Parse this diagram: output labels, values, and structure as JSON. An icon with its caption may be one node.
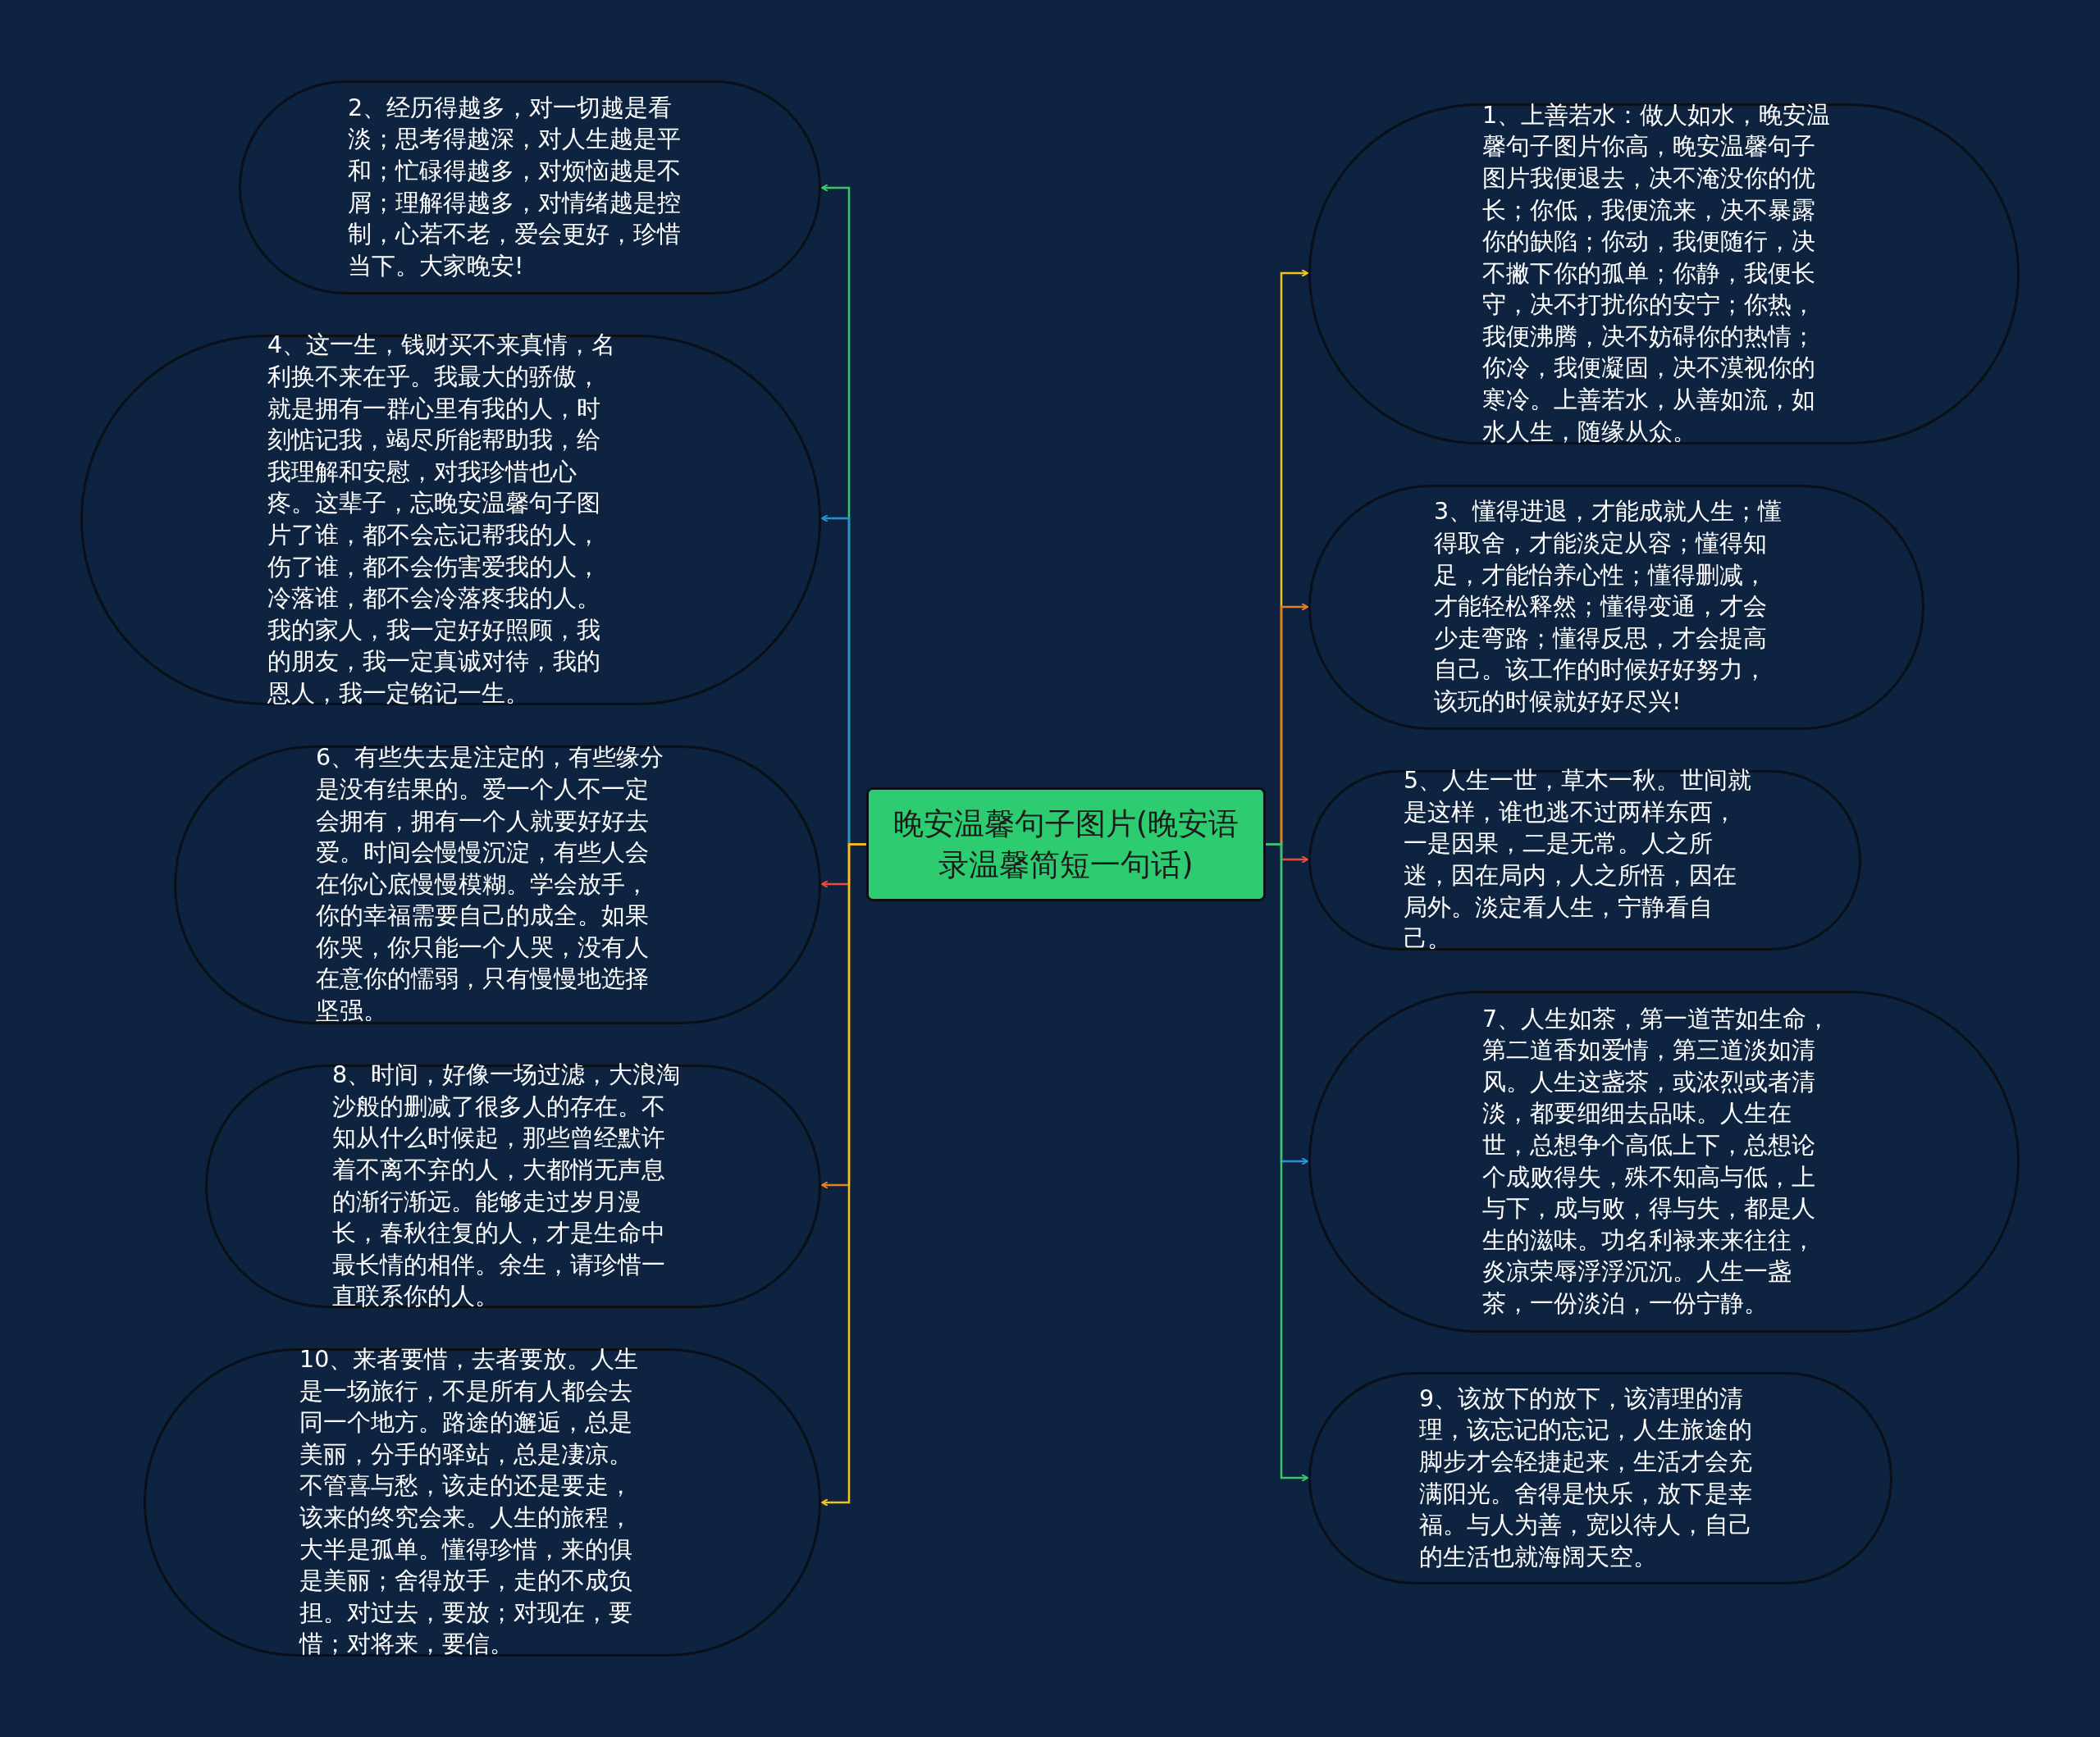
{
  "diagram": {
    "nodes": [
      {
        "text": [
          "晚安温馨句子图片(晚安语录温馨简短一句话)"
        ]
      },
      {
        "text": [
          "1、上善若水：做人如水，晚安温馨句子图片你高，晚安温馨句子图片我便退去，决不淹没你的优长；你低，我便流来，决不暴露你的缺陷；你动，我便随行，决不撇下你的孤单；你静，我便长守，决不打扰你的安宁；你热，我便沸腾，决不妨碍你的热情；你冷，我便凝固，决不漠视你的寒冷。上善若水，从善如流，如水人生，随缘从众。"
        ]
      },
      {
        "text": [
          "2、经历得越多，对一切越是看淡；思考得越深，对人生越是平和；忙碌得越多，对烦恼越是不屑；理解得越多，对情绪越是控制，心若不老，爱会更好，珍惜当下。大家晚安!"
        ]
      },
      {
        "text": [
          "3、懂得进退，才能成就人生；懂得取舍，才能淡定从容；懂得知足，才能怡养心性；懂得删减，才能轻松释然；懂得变通，才会少走弯路；懂得反思，才会提高自己。该工作的时候好好努力，该玩的时候就好好尽兴!"
        ]
      },
      {
        "text": [
          "4、这一生，钱财买不来真情，名利换不来在乎。我最大的骄傲，就是拥有一群心里有我的人，时刻惦记我，竭尽所能帮助我，给我理解和安慰，对我珍惜也心疼。这辈子，忘晚安温馨句子图片了谁，都不会忘记帮我的人，伤了谁，都不会伤害爱我的人，冷落谁，都不会冷落疼我的人。我的家人，我一定好好照顾，我的朋友，我一定真诚对待，我的恩人，我一定铭记一生。"
        ]
      },
      {
        "text": [
          "5、人生一世，草木一秋。世间就是这样，谁也逃不过两样东西，一是因果，二是无常。人之所迷，因在局内，人之所悟，因在局外。淡定看人生，宁静看自己。"
        ]
      },
      {
        "text": [
          "6、有些失去是注定的，有些缘分是没有结果的。爱一个人不一定会拥有，拥有一个人就要好好去爱。时间会慢慢沉淀，有些人会在你心底慢慢模糊。学会放手，你的幸福需要自己的成全。如果你哭，你只能一个人哭，没有人在意你的懦弱，只有慢慢地选择坚强。"
        ]
      },
      {
        "text": [
          "7、人生如茶，第一道苦如生命，第二道香如爱情，第三道淡如清风。人生这盏茶，或浓烈或者清淡，都要细细去品味。人生在世，总想争个高低上下，总想论个成败得失，殊不知高与低，上与下，成与败，得与失，都是人生的滋味。功名利禄来来往往，炎凉荣辱浮浮沉沉。人生一盏茶，一份淡泊，一份宁静。"
        ]
      },
      {
        "text": [
          "8、时间，好像一场过滤，大浪淘沙般的删减了很多人的存在。不知从什么时候起，那些曾经默许着不离不弃的人，大都悄无声息的渐行渐远。能够走过岁月漫长，春秋往复的人，才是生命中最长情的相伴。余生，请珍惜一直联系你的人。"
        ]
      },
      {
        "text": [
          "9、该放下的放下，该清理的清理，该忘记的忘记，人生旅途的脚步才会轻捷起来，生活才会充满阳光。舍得是快乐，放下是幸福。与人为善，宽以待人，自己的生活也就海阔天空。"
        ]
      },
      {
        "text": [
          "10、来者要惜，去者要放。人生是一场旅行，不是所有人都会去同一个地方。路途的邂逅，总是美丽，分手的驿站，总是凄凉。不管喜与愁，该走的还是要走，该来的终究会来。人生的旅程，大半是孤单。懂得珍惜，来的俱是美丽；舍得放手，走的不成负担。对过去，要放；对现在，要惜；对将来，要信。"
        ]
      }
    ],
    "edges": [
      {
        "from": 0,
        "to": 1,
        "arrow": "to",
        "color": "#f2c418"
      },
      {
        "from": 0,
        "to": 2,
        "arrow": "to",
        "color": "#3cc466"
      },
      {
        "from": 0,
        "to": 3,
        "arrow": "to",
        "color": "#e67e22"
      },
      {
        "from": 0,
        "to": 4,
        "arrow": "to",
        "color": "#2a8fd6"
      },
      {
        "from": 0,
        "to": 5,
        "arrow": "to",
        "color": "#e74c3c"
      },
      {
        "from": 0,
        "to": 6,
        "arrow": "to",
        "color": "#e74c3c"
      },
      {
        "from": 0,
        "to": 7,
        "arrow": "to",
        "color": "#2a8fd6"
      },
      {
        "from": 0,
        "to": 8,
        "arrow": "to",
        "color": "#e67e22"
      },
      {
        "from": 0,
        "to": 9,
        "arrow": "to",
        "color": "#3cc466"
      },
      {
        "from": 0,
        "to": 10,
        "arrow": "to",
        "color": "#f2c418"
      }
    ]
  }
}
